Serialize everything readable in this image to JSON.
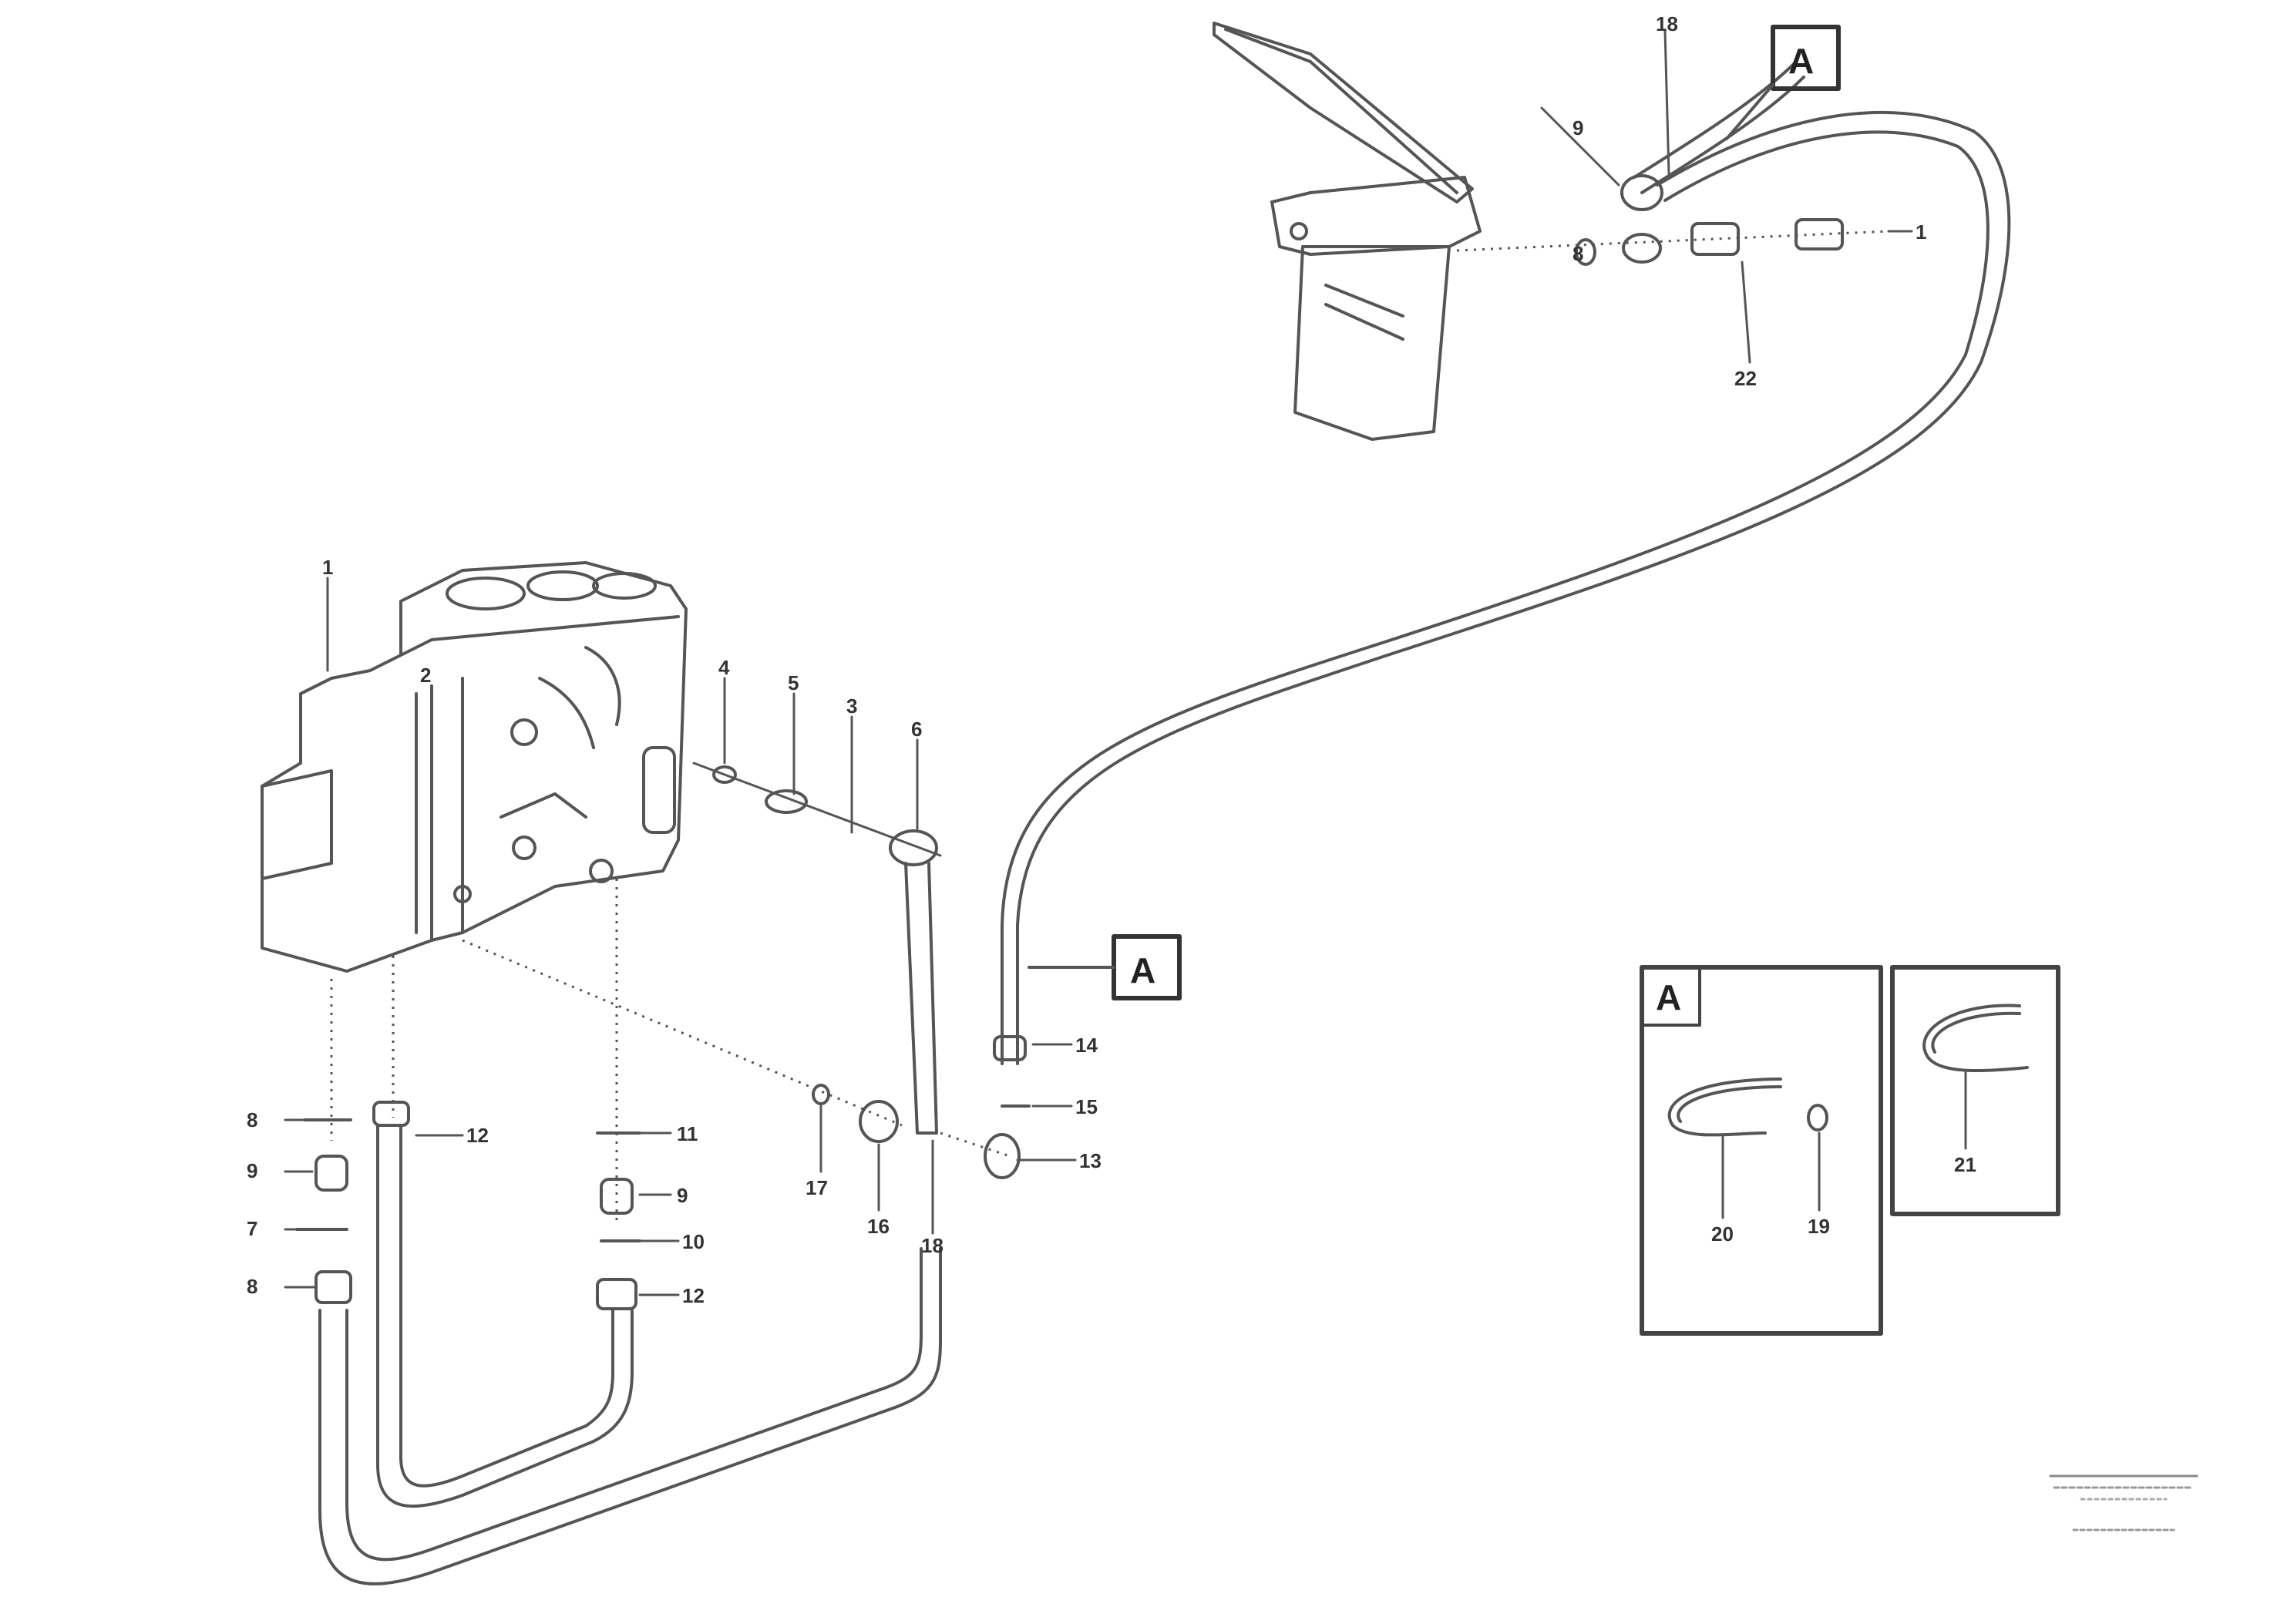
{
  "callouts": {
    "main_top": "A",
    "main_pipe": "A",
    "detail_box": "A"
  },
  "parts": {
    "p1": "1",
    "p2": "2",
    "p3": "3",
    "p4": "4",
    "p5": "5",
    "p6": "6",
    "p7": "7",
    "p8": "8",
    "p9": "9",
    "p10": "10",
    "p11": "11",
    "p12": "12",
    "p13": "13",
    "p14": "14",
    "p15": "15",
    "p16": "16",
    "p17": "17",
    "p18": "18",
    "p19": "19",
    "p20": "20",
    "p21": "21",
    "p22": "22"
  },
  "figure_ref": {
    "line1": "",
    "line2": ""
  },
  "colors": {
    "line": "#555555",
    "frame": "#333333",
    "background": "#ffffff"
  }
}
